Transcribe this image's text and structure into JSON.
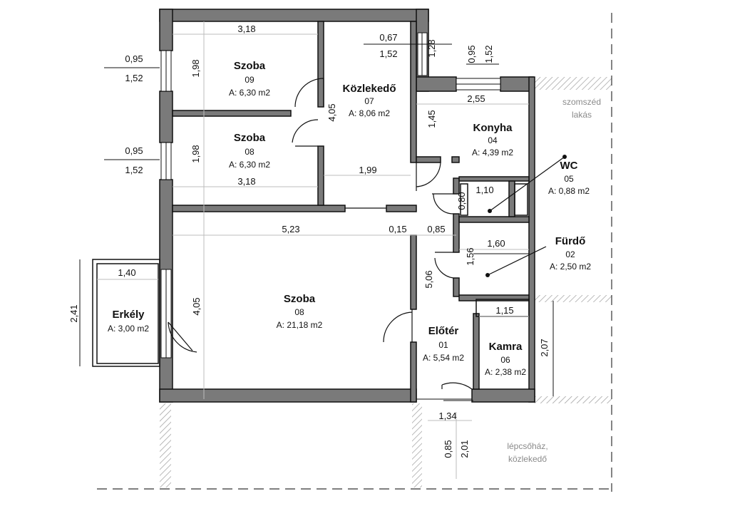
{
  "rooms": [
    {
      "name": "Szoba",
      "num": "09",
      "area": "A: 6,30 m2"
    },
    {
      "name": "Szoba",
      "num": "08",
      "area": "A: 6,30 m2"
    },
    {
      "name": "Közlekedő",
      "num": "07",
      "area": "A: 8,06 m2"
    },
    {
      "name": "Konyha",
      "num": "04",
      "area": "A: 4,39 m2"
    },
    {
      "name": "WC",
      "num": "05",
      "area": "A: 0,88 m2"
    },
    {
      "name": "Fürdő",
      "num": "02",
      "area": "A: 2,50 m2"
    },
    {
      "name": "Szoba",
      "num": "08",
      "area": "A: 21,18 m2"
    },
    {
      "name": "Erkély",
      "area": "A: 3,00 m2"
    },
    {
      "name": "Előtér",
      "num": "01",
      "area": "A: 5,54 m2"
    },
    {
      "name": "Kamra",
      "num": "06",
      "area": "A: 2,38 m2"
    }
  ],
  "dims": {
    "szoba09_w": "3,18",
    "szoba09_h": "1,98",
    "szoba08_h": "1,98",
    "szoba08_w": "3,18",
    "win1_a": "0,95",
    "win1_b": "1,52",
    "win2_a": "0,95",
    "win2_b": "1,52",
    "win3_a": "0,67",
    "win3_b": "1,52",
    "win3_c": "1,28",
    "win4_a": "0,95",
    "win4_b": "1,52",
    "kozl_h": "4,05",
    "kozl_w": "1,99",
    "konyha_w": "2,55",
    "konyha_h": "1,45",
    "wc_w": "1,10",
    "wc_h": "0,80",
    "nagy_w": "5,23",
    "wall_a": "0,15",
    "wall_b": "0,85",
    "furdo_w": "1,60",
    "furdo_h": "1,56",
    "eloter_h": "5,06",
    "erkely_w": "1,40",
    "erkely_h": "2,41",
    "nagy_h": "4,05",
    "kamra_w": "1,15",
    "kamra_h": "2,07",
    "bejarat_w": "1,34",
    "bejarat_a": "0,85",
    "bejarat_b": "2,01"
  },
  "notes": {
    "neighbor_1": "szomszéd",
    "neighbor_2": "lakás",
    "stair_1": "lépcsőház,",
    "stair_2": "közlekedő"
  }
}
